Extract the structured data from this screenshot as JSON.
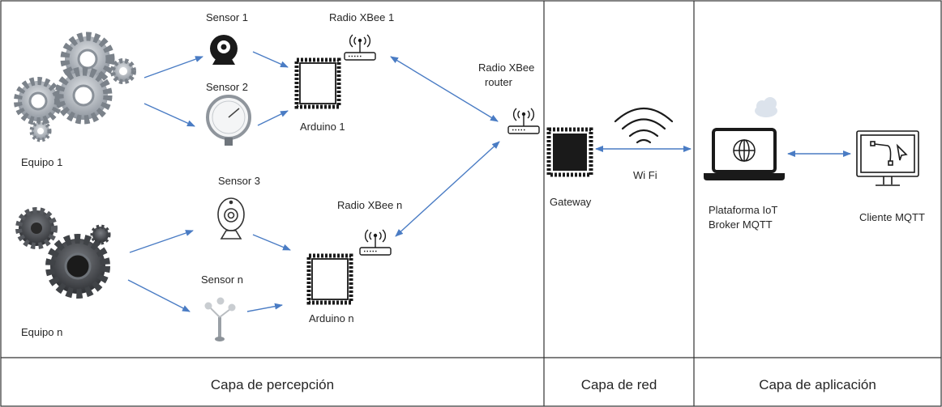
{
  "equipment": [
    {
      "label": "Equipo 1",
      "icon": "gears-icon"
    },
    {
      "label": "Equipo n",
      "icon": "gears-icon"
    }
  ],
  "sensors": [
    {
      "label": "Sensor 1",
      "icon": "camera-sensor-icon"
    },
    {
      "label": "Sensor 2",
      "icon": "pressure-gauge-icon"
    },
    {
      "label": "Sensor 3",
      "icon": "webcam-sensor-icon"
    },
    {
      "label": "Sensor n",
      "icon": "anemometer-icon"
    }
  ],
  "microcontrollers": [
    {
      "label": "Arduino 1",
      "icon": "chip-icon"
    },
    {
      "label": "Arduino n",
      "icon": "chip-icon"
    }
  ],
  "radios": [
    {
      "label": "Radio XBee 1",
      "icon": "radio-router-icon"
    },
    {
      "label": "Radio XBee n",
      "icon": "radio-router-icon"
    },
    {
      "label_line1": "Radio XBee",
      "label_line2": "router",
      "icon": "radio-router-icon"
    }
  ],
  "gateway": {
    "label": "Gateway",
    "icon": "chip-icon"
  },
  "wireless": {
    "label": "Wi Fi",
    "icon": "wifi-icon"
  },
  "platform": {
    "label_line1": "Plataforma IoT",
    "label_line2": "Broker MQTT",
    "icon": "laptop-globe-icon",
    "cloud_icon": "cloud-icon"
  },
  "client": {
    "label": "Cliente MQTT",
    "icon": "monitor-icon"
  },
  "layers": [
    {
      "label": "Capa de percepción"
    },
    {
      "label": "Capa de red"
    },
    {
      "label": "Capa de aplicación"
    }
  ],
  "colors": {
    "arrow": "#4a7cc4",
    "border": "#333333",
    "chip": "#1a1a1a"
  }
}
